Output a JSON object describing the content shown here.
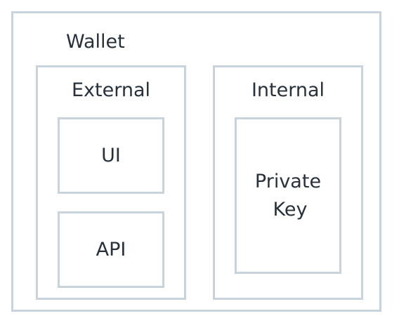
{
  "diagram": {
    "wallet": {
      "label": "Wallet"
    },
    "external": {
      "label": "External",
      "components": [
        {
          "label": "UI"
        },
        {
          "label": "API"
        }
      ]
    },
    "internal": {
      "label": "Internal",
      "components": [
        {
          "label_lines": [
            "Private",
            "Key"
          ]
        }
      ]
    }
  },
  "colors": {
    "border": "#c9d3dc",
    "text": "#27313b",
    "background": "#ffffff"
  }
}
